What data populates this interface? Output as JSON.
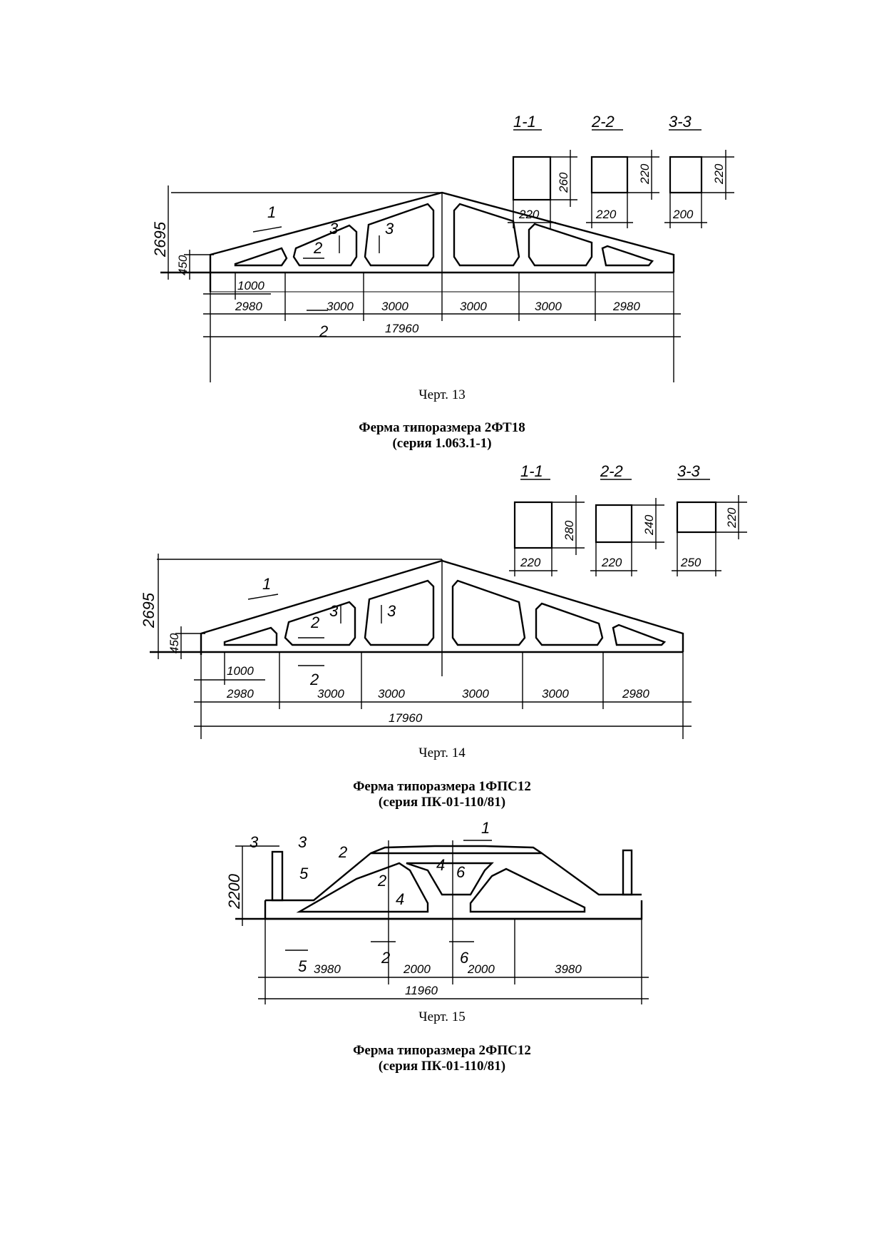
{
  "drawing13": {
    "sections": [
      "1-1",
      "2-2",
      "3-3"
    ],
    "section_dims": {
      "s1_w": "220",
      "s1_h": "260",
      "s2_w": "220",
      "s2_h": "220",
      "s3_w": "200",
      "s3_h": "220"
    },
    "height_total": "2695",
    "height_end": "450",
    "bottom_offset": "1000",
    "spans": [
      "2980",
      "3000",
      "3000",
      "3000",
      "3000",
      "2980"
    ],
    "total_span": "17960",
    "cut_labels": [
      "1",
      "2",
      "2",
      "3",
      "3"
    ]
  },
  "caption13": "Черт. 13",
  "title14": {
    "line1": "Ферма типоразмера 2ФТ18",
    "line2": "(серия 1.063.1-1)"
  },
  "drawing14": {
    "sections": [
      "1-1",
      "2-2",
      "3-3"
    ],
    "section_dims": {
      "s1_w": "220",
      "s1_h": "280",
      "s2_w": "220",
      "s2_h": "240",
      "s3_w": "250",
      "s3_h": "220"
    },
    "height_total": "2695",
    "height_end": "450",
    "bottom_offset": "1000",
    "spans": [
      "2980",
      "3000",
      "3000",
      "3000",
      "3000",
      "2980"
    ],
    "total_span": "17960",
    "cut_labels": [
      "1",
      "2",
      "2",
      "3",
      "3"
    ]
  },
  "caption14": "Черт. 14",
  "title15": {
    "line1": "Ферма типоразмера 1ФПС12",
    "line2": "(серия ПК-01-110/81)"
  },
  "drawing15": {
    "height_total": "2200",
    "spans": [
      "3980",
      "2000",
      "2000",
      "3980"
    ],
    "total_span": "11960",
    "cut_labels": [
      "1",
      "2",
      "2",
      "2",
      "3",
      "3",
      "4",
      "4",
      "5",
      "5",
      "6",
      "6"
    ]
  },
  "caption15": "Черт. 15",
  "title16": {
    "line1": "Ферма типоразмера 2ФПС12",
    "line2": "(серия ПК-01-110/81)"
  }
}
